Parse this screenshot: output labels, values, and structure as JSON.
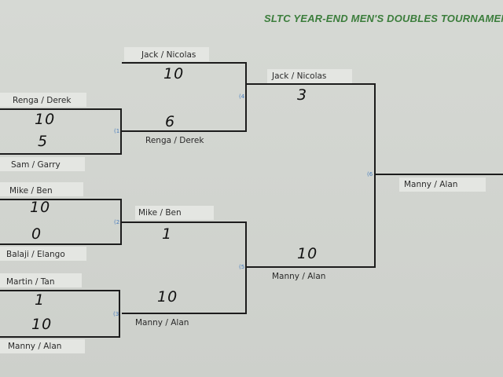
{
  "title": "SLTC YEAR-END MEN'S DOUBLES TOURNAMEN",
  "colors": {
    "title": "#3b7d3b",
    "match_number": "#4a7fbf",
    "line": "#1c1c1c"
  },
  "round1": {
    "m1": {
      "num": "(1",
      "team_top": "Renga / Derek",
      "score_top": "10",
      "score_bottom": "5",
      "team_bottom": "Sam / Garry"
    },
    "m2": {
      "num": "(2",
      "team_top": "Mike / Ben",
      "score_top": "10",
      "score_bottom": "0",
      "team_bottom": "Balaji / Elango"
    },
    "m3": {
      "num": "(3",
      "team_top": "Martin / Tan",
      "score_top": "1",
      "score_bottom": "10",
      "team_bottom": "Manny / Alan"
    }
  },
  "semis": {
    "m4": {
      "num": "(4",
      "team_top": "Jack / Nicolas",
      "score_top": "10",
      "score_bottom": "6",
      "team_bottom": "Renga / Derek"
    },
    "m5": {
      "num": "(5",
      "team_top": "Mike / Ben",
      "score_top": "1",
      "score_bottom": "10",
      "team_bottom": "Manny / Alan"
    }
  },
  "final": {
    "m6": {
      "num": "(6",
      "team_top": "Jack / Nicolas",
      "score_top": "3",
      "score_bottom": "10",
      "team_bottom": "Manny / Alan"
    }
  },
  "champion": "Manny / Alan"
}
